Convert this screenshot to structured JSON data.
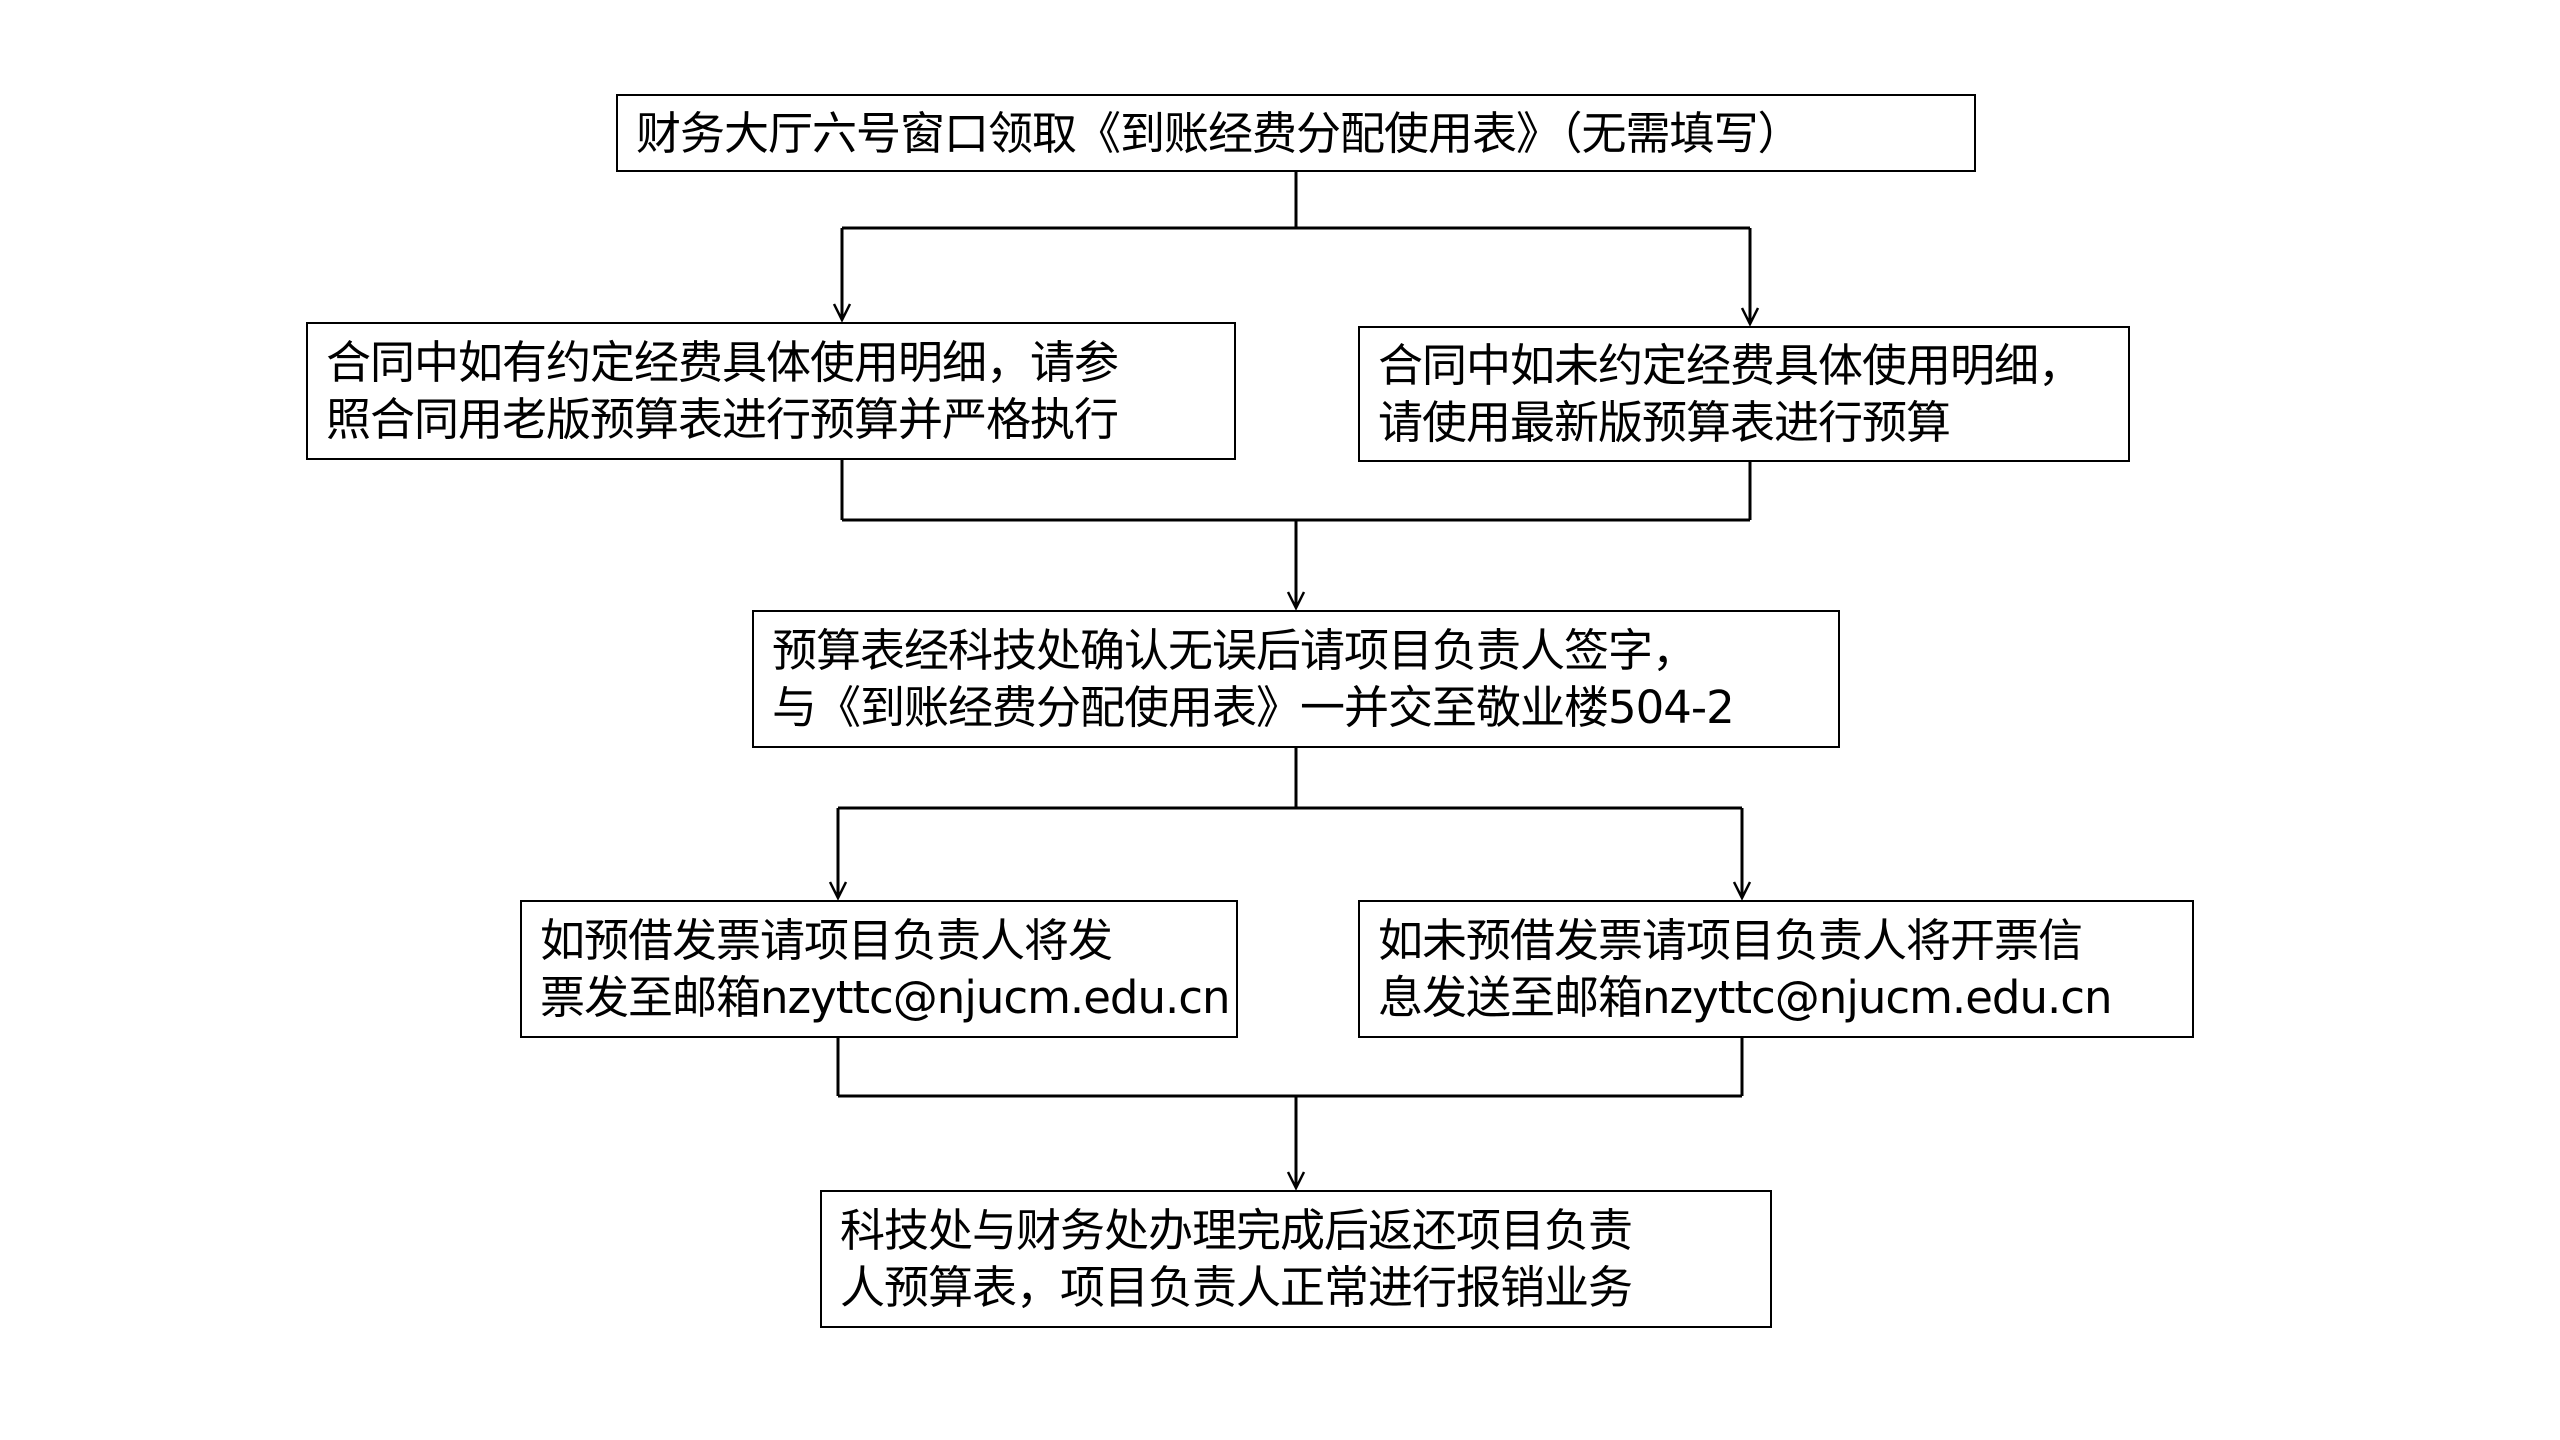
{
  "steps": {
    "step1": {
      "lines": [
        "财务大厅六号窗口领取《到账经费分配使用表》（无需填写）"
      ]
    },
    "step2_left": {
      "lines": [
        "合同中如有约定经费具体使用明细，请参",
        "照合同用老版预算表进行预算并严格执行"
      ]
    },
    "step2_right": {
      "lines": [
        "合同中如未约定经费具体使用明细，",
        "请使用最新版预算表进行预算"
      ]
    },
    "step3": {
      "lines": [
        "预算表经科技处确认无误后请项目负责人签字，",
        "与《到账经费分配使用表》一并交至敬业楼504-2"
      ]
    },
    "step4_left": {
      "lines": [
        "如预借发票请项目负责人将发",
        "票发至邮箱nzyttc@njucm.edu.cn"
      ]
    },
    "step4_right": {
      "lines": [
        "如未预借发票请项目负责人将开票信",
        "息发送至邮箱nzyttc@njucm.edu.cn"
      ]
    },
    "step5": {
      "lines": [
        "科技处与财务处办理完成后返还项目负责",
        "人预算表，项目负责人正常进行报销业务"
      ]
    }
  },
  "colors": {
    "line": "#000000",
    "box_border": "#000000",
    "text": "#000000",
    "background": "#ffffff"
  }
}
